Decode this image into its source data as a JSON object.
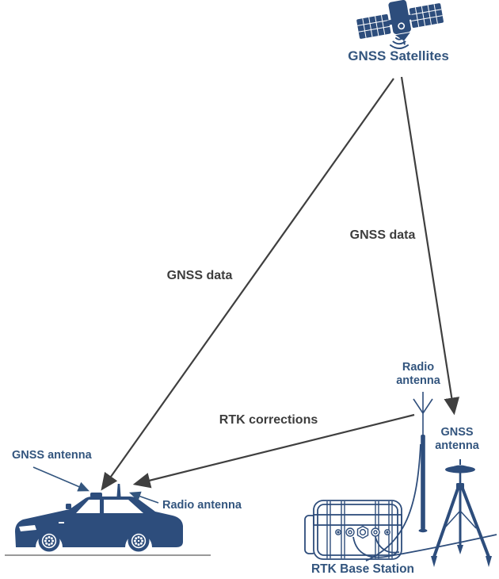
{
  "labels": {
    "satellites": "GNSS Satellites",
    "gnss_data_left": "GNSS data",
    "gnss_data_right": "GNSS data",
    "rtk_corrections": "RTK corrections",
    "car_gnss_antenna": "GNSS antenna",
    "car_radio_antenna": "Radio antenna",
    "base_radio_antenna": "Radio\nantenna",
    "base_gnss_antenna": "GNSS\nantenna",
    "base_station": "RTK Base Station"
  },
  "colors": {
    "navy_fill": "#2d4d7c",
    "outline_blue": "#2e4d7b",
    "label_blue": "#33557e",
    "arrow_gray": "#3f3f3f",
    "ground_gray": "#999999"
  },
  "icons": {
    "satellite": "satellite-icon",
    "signal_waves": "signal-waves-icon",
    "car": "rover-car-icon",
    "base_case": "rtk-base-case-icon",
    "radio_pole": "radio-antenna-icon",
    "tripod": "tripod-gnss-antenna-icon"
  }
}
